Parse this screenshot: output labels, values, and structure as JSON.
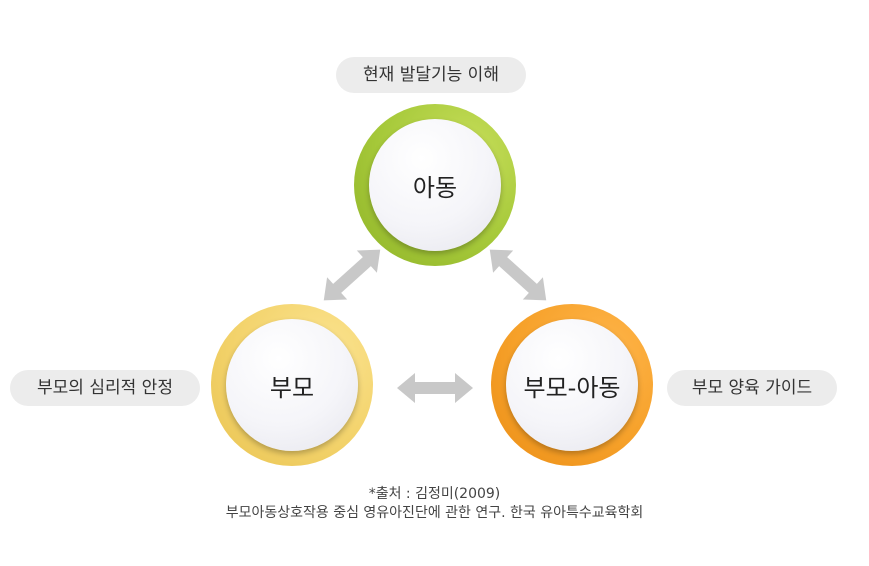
{
  "labels": {
    "top": "현재 발달기능 이해",
    "left": "부모의 심리적 안정",
    "right": "부모 양육 가이드"
  },
  "nodes": {
    "child": "아동",
    "parent": "부모",
    "interaction": "부모-아동"
  },
  "source": {
    "line1": "*출처 : 김정미(2009)",
    "line2": "부모아동상호작용 중심 영유아진단에 관한 연구. 한국 유아특수교육학회"
  },
  "colors": {
    "child_ring": "#a6c93a",
    "parent_ring": "#f3d36c",
    "interaction_ring": "#f6a12a",
    "arrow": "#c8c8c8",
    "pill_bg": "#ececec"
  }
}
